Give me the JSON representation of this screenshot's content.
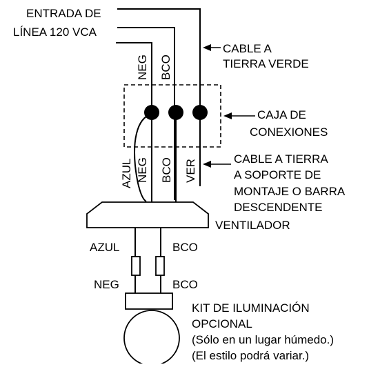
{
  "labels": {
    "line_input_1": "ENTRADA DE",
    "line_input_2": "LÍNEA 120 VCA",
    "ground_green_1": "CABLE A",
    "ground_green_2": "TIERRA VERDE",
    "junction_box_1": "CAJA DE",
    "junction_box_2": "CONEXIONES",
    "ground_bracket_1": "CABLE A TIERRA",
    "ground_bracket_2": "A SOPORTE DE",
    "ground_bracket_3": "MONTAJE O BARRA",
    "ground_bracket_4": "DESCENDENTE",
    "fan": "VENTILADOR",
    "light_kit_1": "KIT DE ILUMINACIÓN",
    "light_kit_2": "OPCIONAL",
    "light_kit_3": "(Sólo en un lugar húmedo.)",
    "light_kit_4": "(El estilo podrá variar.)"
  },
  "wire_labels": {
    "top_black": "NEG",
    "top_white": "BCO",
    "blue": "AZUL",
    "fan_black": "NEG",
    "fan_white": "BCO",
    "fan_green": "VER",
    "light_blue": "AZUL",
    "light_white_top": "BCO",
    "light_black": "NEG",
    "light_white_bottom": "BCO"
  }
}
